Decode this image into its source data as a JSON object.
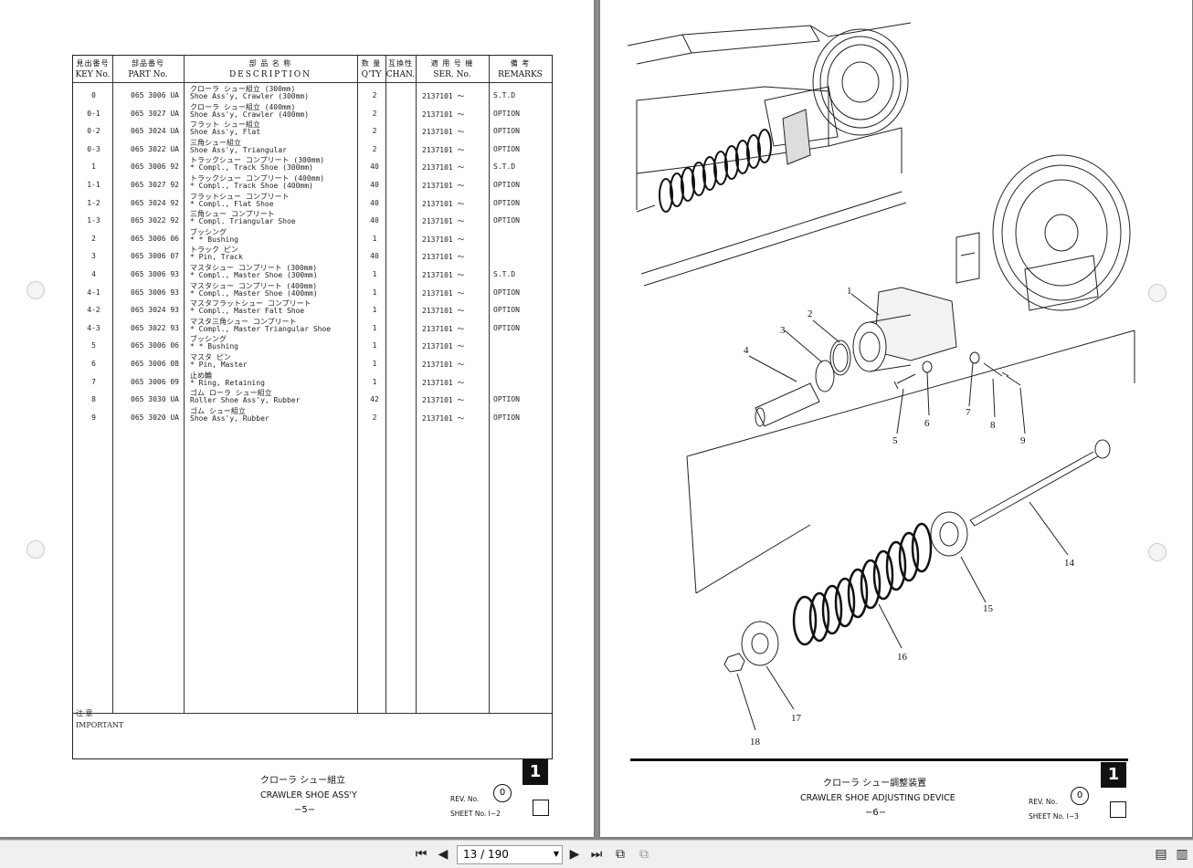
{
  "left_page": {
    "headers": {
      "key": {
        "jp": "見出番号",
        "en": "KEY No."
      },
      "part": {
        "jp": "部品番号",
        "en": "PART No."
      },
      "desc": {
        "jp": "部 品 名 称",
        "en": "DESCRIPTION"
      },
      "qty": {
        "jp": "数 量",
        "en": "Q'TY"
      },
      "chan": {
        "jp": "互換性",
        "en": "CHAN."
      },
      "ser": {
        "jp": "適 用 号 機",
        "en": "SER. No."
      },
      "rem": {
        "jp": "備 考",
        "en": "REMARKS"
      }
    },
    "rows": [
      {
        "key": "0",
        "part": "065 3006 UA",
        "d1": "クローラ シュー組立 (300mm)",
        "d2": "Shoe Ass'y, Crawler (300mm)",
        "qty": "2",
        "ser": "2137101 ～",
        "rem": "S.T.D"
      },
      {
        "key": "0-1",
        "part": "065 3027 UA",
        "d1": "クローラ シュー組立 (400mm)",
        "d2": "Shoe Ass'y, Crawler (400mm)",
        "qty": "2",
        "ser": "2137101 ～",
        "rem": "OPTION"
      },
      {
        "key": "0-2",
        "part": "065 3024 UA",
        "d1": "フラット シュー組立",
        "d2": "Shoe Ass'y, Flat",
        "qty": "2",
        "ser": "2137101 ～",
        "rem": "OPTION"
      },
      {
        "key": "0-3",
        "part": "065 3022 UA",
        "d1": "三角シュー組立",
        "d2": "Shoe Ass'y, Triangular",
        "qty": "2",
        "ser": "2137101 ～",
        "rem": "OPTION"
      },
      {
        "key": "1",
        "part": "065 3006 92",
        "d1": "  トラックシュー コンプリート (300mm)",
        "d2": "* Compl., Track Shoe (300mm)",
        "qty": "40",
        "ser": "2137101 ～",
        "rem": "S.T.D"
      },
      {
        "key": "1-1",
        "part": "065 3027 92",
        "d1": "  トラックシュー コンプリート (400mm)",
        "d2": "* Compl., Track Shoe (400mm)",
        "qty": "40",
        "ser": "2137101 ～",
        "rem": "OPTION"
      },
      {
        "key": "1-2",
        "part": "065 3024 92",
        "d1": "  フラットシュー コンプリート",
        "d2": "* Compl., Flat Shoe",
        "qty": "40",
        "ser": "2137101 ～",
        "rem": "OPTION"
      },
      {
        "key": "1-3",
        "part": "065 3022 92",
        "d1": "  三角シュー コンプリート",
        "d2": "* Compl. Triangular Shoe",
        "qty": "40",
        "ser": "2137101 ～",
        "rem": "OPTION"
      },
      {
        "key": "2",
        "part": "065 3006 06",
        "d1": "    ブッシング",
        "d2": "* * Bushing",
        "qty": "1",
        "ser": "2137101 ～",
        "rem": ""
      },
      {
        "key": "3",
        "part": "065 3006 07",
        "d1": "  トラック ピン",
        "d2": "* Pin, Track",
        "qty": "40",
        "ser": "2137101 ～",
        "rem": ""
      },
      {
        "key": "4",
        "part": "065 3006 93",
        "d1": "  マスタシュー コンプリート (300mm)",
        "d2": "* Compl., Master Shoe (300mm)",
        "qty": "1",
        "ser": "2137101 ～",
        "rem": "S.T.D"
      },
      {
        "key": "4-1",
        "part": "065 3006 93",
        "d1": "  マスタシュー コンプリート (400mm)",
        "d2": "* Compl., Master Shoe (400mm)",
        "qty": "1",
        "ser": "2137101 ～",
        "rem": "OPTION"
      },
      {
        "key": "4-2",
        "part": "065 3024 93",
        "d1": "  マスタフラットシュー コンプリート",
        "d2": "* Compl., Master Falt Shoe",
        "qty": "1",
        "ser": "2137101 ～",
        "rem": "OPTION"
      },
      {
        "key": "4-3",
        "part": "065 3022 93",
        "d1": "  マスタ三角シュー コンプリート",
        "d2": "* Compl., Master Triangular Shoe",
        "qty": "1",
        "ser": "2137101 ～",
        "rem": "OPTION"
      },
      {
        "key": "5",
        "part": "065 3006 06",
        "d1": "    ブッシング",
        "d2": "* * Bushing",
        "qty": "1",
        "ser": "2137101 ～",
        "rem": ""
      },
      {
        "key": "6",
        "part": "065 3006 08",
        "d1": "  マスタ ピン",
        "d2": "* Pin, Master",
        "qty": "1",
        "ser": "2137101 ～",
        "rem": ""
      },
      {
        "key": "7",
        "part": "065 3006 09",
        "d1": "  止め輪",
        "d2": "* Ring, Retaining",
        "qty": "1",
        "ser": "2137101 ～",
        "rem": ""
      },
      {
        "key": "8",
        "part": "065 3030 UA",
        "d1": "ゴム ローラ シュー組立",
        "d2": "Roller Shoe Ass'y, Rubber",
        "qty": "42",
        "ser": "2137101 ～",
        "rem": "OPTION"
      },
      {
        "key": "9",
        "part": "065 3020 UA",
        "d1": "ゴム シュー組立",
        "d2": "Shoe Ass'y, Rubber",
        "qty": "2",
        "ser": "2137101 ～",
        "rem": "OPTION"
      }
    ],
    "important_jp": "注 意",
    "important_en": "IMPORTANT",
    "title_jp": "クローラ シュー組立",
    "title_en": "CRAWLER SHOE ASS'Y",
    "page_no": "−5−",
    "badge": "1",
    "rev_label": "REV. No.",
    "rev_value": "0",
    "sheet": "SHEET No. Ⅰ−2"
  },
  "right_page": {
    "callouts": [
      "1",
      "2",
      "3",
      "4",
      "5",
      "6",
      "7",
      "8",
      "9",
      "14",
      "15",
      "16",
      "17",
      "18"
    ],
    "title_jp": "クローラ シュー調整装置",
    "title_en": "CRAWLER SHOE ADJUSTING DEVICE",
    "page_no": "−6−",
    "badge": "1",
    "rev_label": "REV. No.",
    "rev_value": "0",
    "sheet": "SHEET No. Ⅰ−3"
  },
  "toolbar": {
    "page_indicator": "13 / 190",
    "icons": [
      "first-page-icon",
      "prev-page-icon",
      "next-page-icon",
      "last-page-icon",
      "rotate-icon",
      "copy-icon",
      "single-page-view-icon",
      "two-page-view-icon"
    ]
  }
}
